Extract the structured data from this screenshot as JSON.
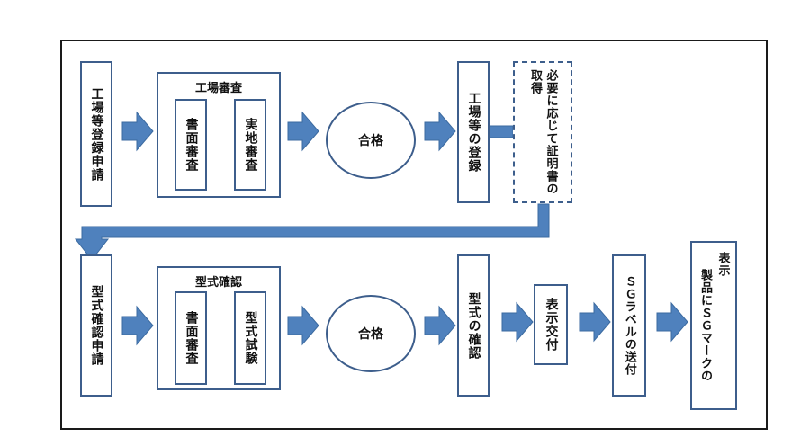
{
  "row1": {
    "apply": "工場等登録申請",
    "audit": {
      "title": "工場審査",
      "doc": "書面審査",
      "site": "実地審査"
    },
    "pass": "合格",
    "register": "工場等の登録",
    "cert": "必要に応じて証明書の取得"
  },
  "row2": {
    "apply": "型式確認申請",
    "confirm": {
      "title": "型式確認",
      "doc": "書面審査",
      "test": "型式試験"
    },
    "pass": "合格",
    "confirmed": "型式の確認",
    "issue": "表示交付",
    "send": "ＳＧラベルの送付",
    "mark": [
      "製品にＳＧマークの",
      "表示"
    ]
  },
  "colors": {
    "arrow": "#4f81bd",
    "arrow_edge": "#3b6aa0",
    "box_border": "#3d5e8c",
    "frame": "#1a1a1a"
  }
}
